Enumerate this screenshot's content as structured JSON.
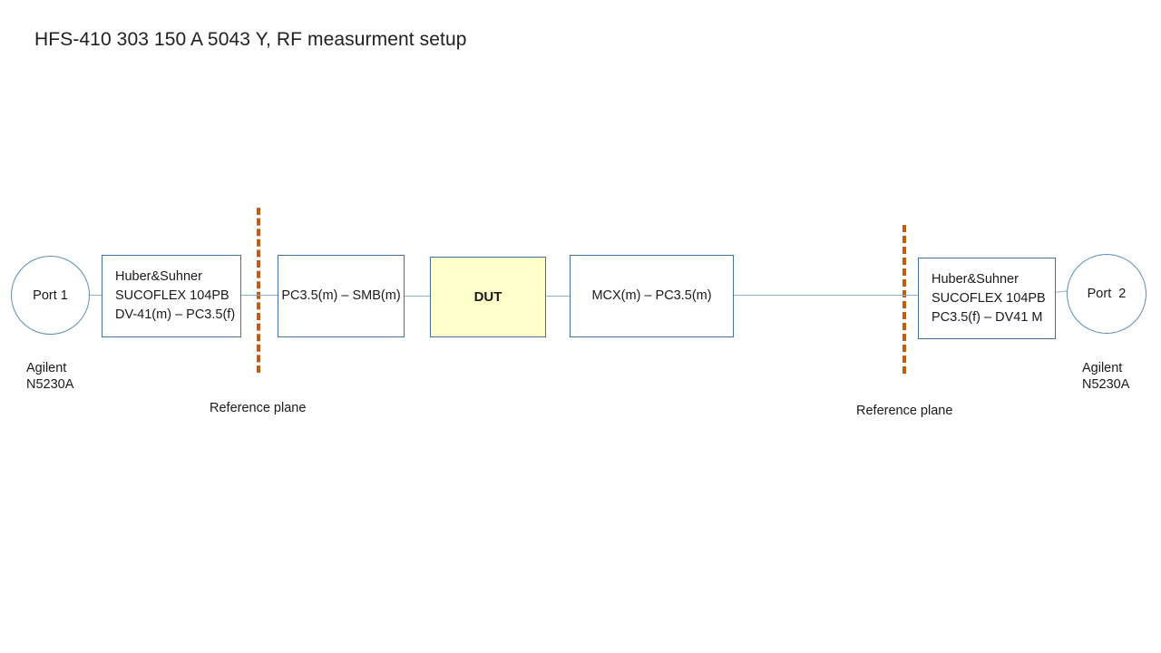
{
  "slide": {
    "title": "HFS-410 303 150 A 5043 Y, RF measurment setup",
    "background": "#FFFFFF"
  },
  "colors": {
    "block_border": "#41719C",
    "circle_border": "#5B8DB8",
    "wire": "#8FAFCD",
    "reference_plane": "#C55A11",
    "dut_fill": "#FFFFCC",
    "text": "#1A1A1A"
  },
  "diagram": {
    "ports": [
      {
        "id": "port1",
        "label": "Port 1",
        "instrument_line1": "Agilent",
        "instrument_line2": "N5230A"
      },
      {
        "id": "port2",
        "label": "Port  2",
        "instrument_line1": "Agilent",
        "instrument_line2": "N5230A"
      }
    ],
    "blocks": [
      {
        "id": "cable-left",
        "line1": "Huber&Suhner",
        "line2": "SUCOFLEX 104PB",
        "line3": "DV-41(m) – PC3.5(f)"
      },
      {
        "id": "adapter-in",
        "line1": "PC3.5(m) – SMB(m)"
      },
      {
        "id": "dut",
        "line1": "DUT"
      },
      {
        "id": "adapter-out",
        "line1": "MCX(m) – PC3.5(m)"
      },
      {
        "id": "cable-right",
        "line1": "Huber&Suhner",
        "line2": "SUCOFLEX 104PB",
        "line3": "PC3.5(f) – DV41 M"
      }
    ],
    "reference_planes": [
      {
        "id": "ref-left",
        "label": "Reference plane"
      },
      {
        "id": "ref-right",
        "label": "Reference plane"
      }
    ]
  }
}
